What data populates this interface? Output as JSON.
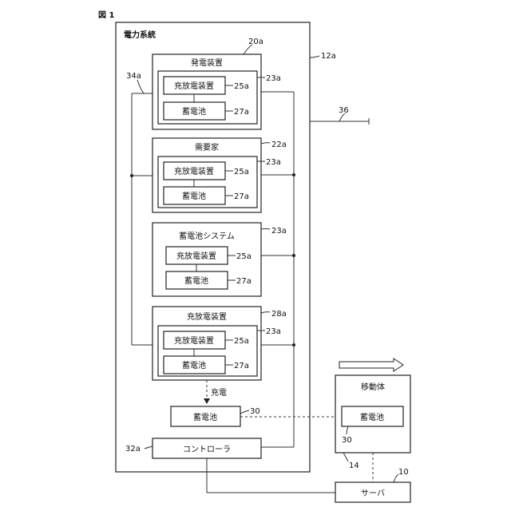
{
  "figure_label": "図 1",
  "power_system": {
    "title": "電力系統",
    "ref": "12a"
  },
  "line_ref": "36",
  "line_group_ref": "34a",
  "generator": {
    "title": "発電装置",
    "ref": "20a",
    "inner_ref": "23a",
    "charger": "充放電装置",
    "charger_ref": "25a",
    "battery": "蓄電池",
    "battery_ref": "27a"
  },
  "consumer": {
    "title": "需要家",
    "ref": "22a",
    "inner_ref": "23a",
    "charger": "充放電装置",
    "charger_ref": "25a",
    "battery": "蓄電池",
    "battery_ref": "27a"
  },
  "battery_system": {
    "title": "蓄電池システム",
    "ref": "23a",
    "charger": "充放電装置",
    "charger_ref": "25a",
    "battery": "蓄電池",
    "battery_ref": "27a"
  },
  "charging_unit": {
    "title": "充放電装置",
    "ref": "28a",
    "inner_ref": "23a",
    "charger": "充放電装置",
    "charger_ref": "25a",
    "battery": "蓄電池",
    "battery_ref": "27a"
  },
  "charge_label": "充電",
  "battery30": {
    "label": "蓄電池",
    "ref": "30"
  },
  "controller": {
    "label": "コントローラ",
    "ref": "32a"
  },
  "mobile": {
    "title": "移動体",
    "battery": "蓄電池",
    "battery_ref": "30",
    "ref": "14"
  },
  "server": {
    "label": "サーバ",
    "ref": "10"
  }
}
